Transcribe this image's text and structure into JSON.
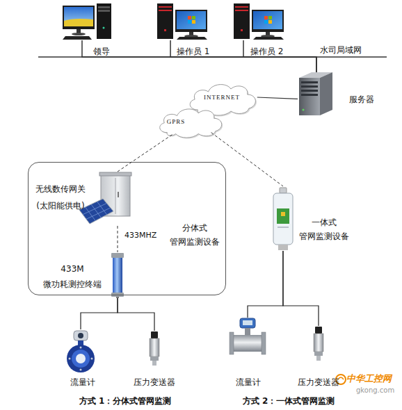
{
  "diagram": {
    "nodes": [
      {
        "text": [
          "领导"
        ]
      },
      {
        "text": [
          "操作员 1"
        ]
      },
      {
        "text": [
          "操作员 2"
        ]
      },
      {
        "text": [
          "服务器"
        ]
      },
      {
        "text": [
          "INTERNET"
        ]
      },
      {
        "text": [
          "GPRS"
        ]
      },
      {
        "text": [
          "分体式 管网监测设备"
        ]
      },
      {
        "text": [
          "无线数传网关 (太阳能供电)"
        ],
        "in": 6
      },
      {
        "text": [
          "433M 微功耗测控终端"
        ],
        "in": 6
      },
      {
        "text": [
          "一体式 管网监测设备"
        ]
      },
      {
        "text": [
          "流量计"
        ]
      },
      {
        "text": [
          "压力变送器"
        ]
      },
      {
        "text": [
          "流量计"
        ]
      },
      {
        "text": [
          "压力变送器"
        ]
      }
    ],
    "edges": [
      {
        "from": 0,
        "to": 3,
        "arrow": "none"
      },
      {
        "from": 1,
        "to": 3,
        "arrow": "none"
      },
      {
        "from": 2,
        "to": 3,
        "arrow": "none"
      },
      {
        "from": 3,
        "to": 4,
        "arrow": "none"
      },
      {
        "from": 5,
        "to": 7,
        "arrow": "none"
      },
      {
        "from": 5,
        "to": 9,
        "arrow": "none"
      },
      {
        "from": 7,
        "to": 8,
        "label": "433MHZ",
        "arrow": "none"
      },
      {
        "from": 8,
        "to": 10,
        "arrow": "none"
      },
      {
        "from": 8,
        "to": 11,
        "arrow": "none"
      },
      {
        "from": 9,
        "to": 12,
        "arrow": "none"
      },
      {
        "from": 9,
        "to": 13,
        "arrow": "none"
      }
    ],
    "labels": [
      "水司局域网",
      "方式 1：分体式管网监测",
      "方式 2：一体式管网监测",
      "中华工控网",
      "gkong.com"
    ]
  }
}
